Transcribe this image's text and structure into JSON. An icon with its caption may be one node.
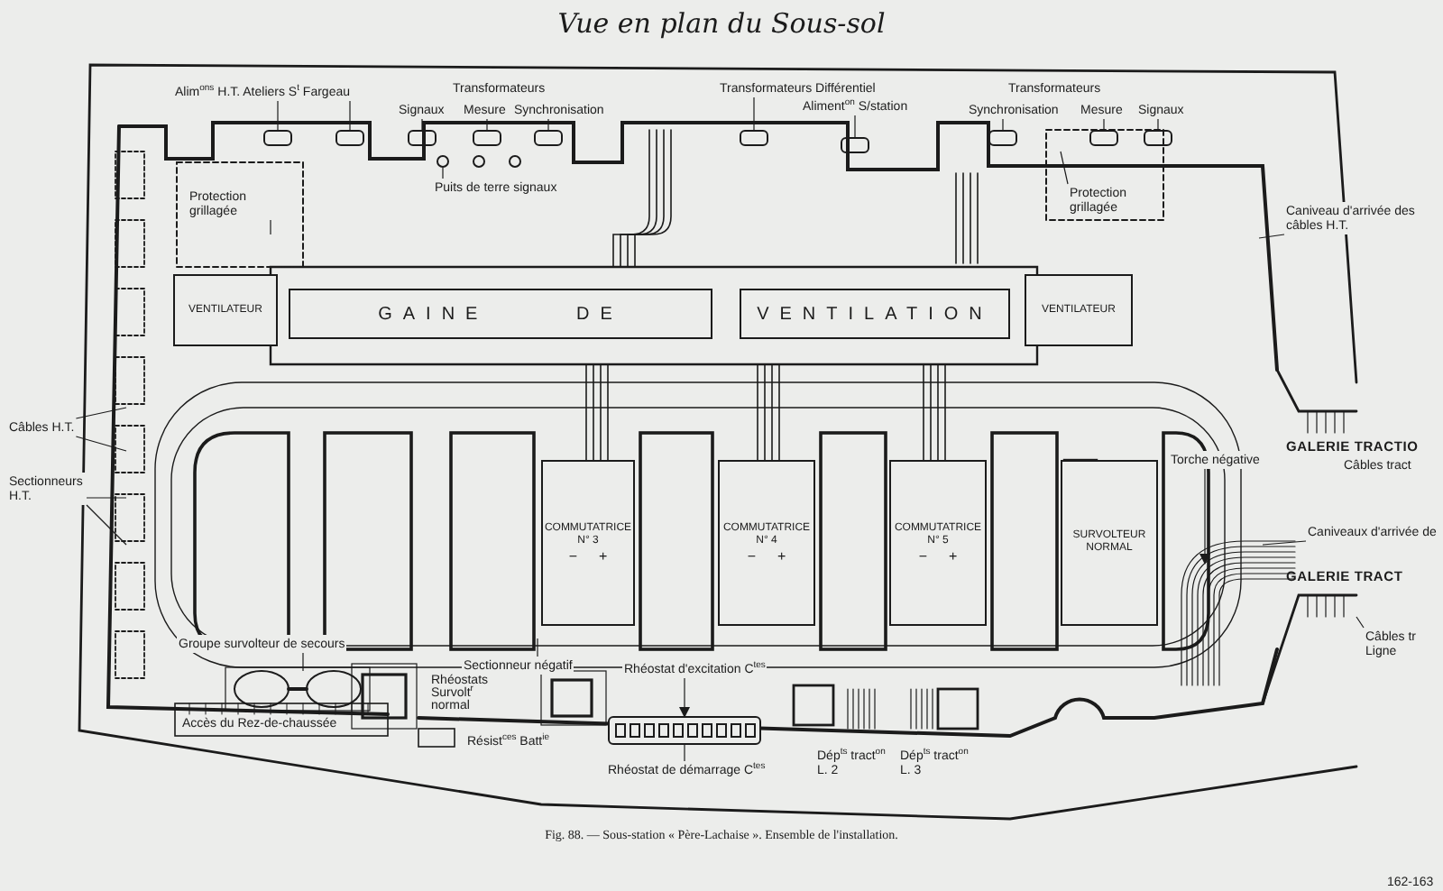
{
  "diagram": {
    "title": "Vue en plan du Sous-sol",
    "caption": "Fig. 88. — Sous-station « Père-Lachaise ». Ensemble de l'installation.",
    "nodes": [
      {
        "text": [
          "GAINE DE"
        ]
      },
      {
        "text": [
          "VENTILATION"
        ]
      },
      {
        "text": [
          "VENTILATEUR"
        ]
      },
      {
        "text": [
          "VENTILATEUR"
        ]
      },
      {
        "text": [
          "COMMUTATRICE N° 3",
          "−",
          "+"
        ]
      },
      {
        "text": [
          "COMMUTATRICE N° 4",
          "−",
          "+"
        ]
      },
      {
        "text": [
          "COMMUTATRICE N° 5",
          "−",
          "+"
        ]
      },
      {
        "text": [
          "SURVOLTEUR NORMAL"
        ]
      },
      {
        "text": [
          "Alim$^{ons}$ H.T. Ateliers S$^{t}$ Fargeau"
        ]
      },
      {
        "text": [
          "Signaux"
        ]
      },
      {
        "text": [
          "Mesure"
        ]
      },
      {
        "text": [
          "Synchronisation"
        ]
      },
      {
        "text": [
          "Puits de terre signaux"
        ]
      },
      {
        "text": [
          "Transformateurs Différentiel"
        ]
      },
      {
        "text": [
          "Aliment$^{on}$ S/station"
        ]
      },
      {
        "text": [
          "Synchronisation"
        ]
      },
      {
        "text": [
          "Mesure"
        ]
      },
      {
        "text": [
          "Signaux"
        ]
      },
      {
        "text": [
          "Protection grillagée"
        ]
      },
      {
        "text": [
          "Protection grillagée"
        ]
      },
      {
        "text": [
          "Caniveau d'arrivée des câbles H.T."
        ]
      },
      {
        "text": [
          "Câbles H.T."
        ]
      },
      {
        "text": [
          "Sectionneurs H.T."
        ]
      },
      {
        "text": [
          "Sectionneur négatif"
        ]
      },
      {
        "text": [
          "Torche négative"
        ]
      },
      {
        "text": [
          "Caniveaux d'arrivée de"
        ]
      },
      {
        "text": [
          "Câbles tr Ligne"
        ]
      },
      {
        "text": [
          "Groupe survolteur de secours"
        ]
      },
      {
        "text": [
          "Rhéostat d'excitation C$^{tes}$"
        ]
      },
      {
        "text": [
          "Rhéostat de démarrage C$^{tes}$"
        ]
      },
      {
        "text": [],
        "shape": "box"
      },
      {
        "text": [],
        "shape": "box"
      },
      {
        "text": [],
        "shape": "box"
      },
      {
        "text": [],
        "shape": "box"
      },
      {
        "text": [],
        "shape": "box"
      },
      {
        "text": [],
        "shape": "box"
      },
      {
        "text": [],
        "shape": "box"
      },
      {
        "text": [],
        "shape": "box"
      },
      {
        "text": [],
        "shape": "box"
      },
      {
        "text": [],
        "shape": "box"
      },
      {
        "text": [],
        "shape": "circle"
      },
      {
        "text": [],
        "shape": "circle"
      },
      {
        "text": [],
        "shape": "circle"
      },
      {
        "text": [],
        "shape": "box"
      }
    ],
    "edges": [
      {
        "from": 8,
        "to": 30,
        "arrow": "none"
      },
      {
        "from": 8,
        "to": 31,
        "arrow": "none"
      },
      {
        "from": 9,
        "to": 32,
        "arrow": "none"
      },
      {
        "from": 10,
        "to": 33,
        "arrow": "none"
      },
      {
        "from": 11,
        "to": 34,
        "arrow": "none"
      },
      {
        "from": 12,
        "to": 40,
        "arrow": "none"
      },
      {
        "from": 13,
        "to": 35,
        "arrow": "none"
      },
      {
        "from": 14,
        "to": 36,
        "arrow": "none"
      },
      {
        "from": 15,
        "to": 37,
        "arrow": "none"
      },
      {
        "from": 16,
        "to": 38,
        "arrow": "none"
      },
      {
        "from": 17,
        "to": 39,
        "arrow": "none"
      },
      {
        "from": 18,
        "to": null,
        "arrow": "none"
      },
      {
        "from": 19,
        "to": null,
        "arrow": "none"
      },
      {
        "from": 20,
        "to": null,
        "arrow": "none"
      },
      {
        "from": 21,
        "to": null,
        "arrow": "none"
      },
      {
        "from": 21,
        "to": null,
        "arrow": "none"
      },
      {
        "from": 22,
        "to": null,
        "arrow": "none"
      },
      {
        "from": 22,
        "to": null,
        "arrow": "none"
      },
      {
        "from": 23,
        "to": null,
        "arrow": "none"
      },
      {
        "from": 24,
        "to": null,
        "arrow": "to"
      },
      {
        "from": 25,
        "to": null,
        "arrow": "none"
      },
      {
        "from": 26,
        "to": null,
        "arrow": "none"
      },
      {
        "from": 27,
        "to": null,
        "arrow": "none"
      },
      {
        "from": 28,
        "to": 43,
        "arrow": "to"
      },
      {
        "from": 29,
        "to": 43,
        "arrow": "none"
      }
    ],
    "labels": [
      "Transformateurs",
      "Transformateurs",
      "GALERIE TRACTIO",
      "Câbles tract",
      "GALERIE TRACT",
      "Rhéostats Survolt$^{r}$ normal",
      "Accès du Rez-de-chaussée",
      "Résist$^{ces}$ Batt$^{ie}$",
      "Dép$^{ts}$ tract$^{on}$ L. 2",
      "Dép$^{ts}$ tract$^{on}$ L. 3",
      "162-163"
    ]
  }
}
